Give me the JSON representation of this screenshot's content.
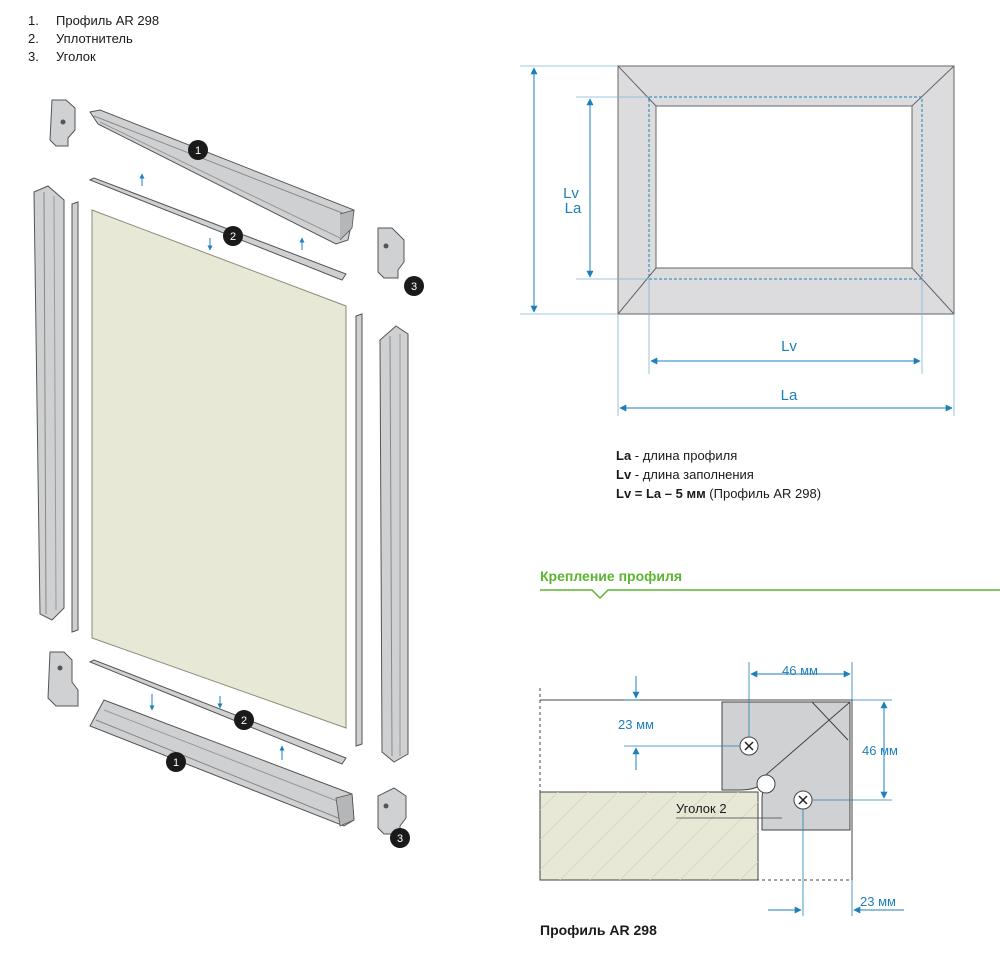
{
  "legend": [
    {
      "num": "1.",
      "label": "Профиль AR 298"
    },
    {
      "num": "2.",
      "label": "Уплотнитель"
    },
    {
      "num": "3.",
      "label": "Уголок"
    }
  ],
  "callouts": {
    "one": "1",
    "two": "2",
    "three": "3"
  },
  "frame_diagram": {
    "lv_vertical": "Lv",
    "la_vertical": "La",
    "lv_horizontal": "Lv",
    "la_horizontal": "La"
  },
  "formula": {
    "line1_bold": "La",
    "line1_rest": " - длина профиля",
    "line2_bold": "Lv",
    "line2_rest": " - длина заполнения",
    "line3_bold": "Lv = La – 5 мм",
    "line3_rest": " (Профиль AR 298)"
  },
  "section_title": "Крепление профиля",
  "detail": {
    "dim_46_top": "46 мм",
    "dim_23_left": "23 мм",
    "dim_46_right": "46 мм",
    "dim_23_bottom": "23 мм",
    "corner_label": "Уголок 2"
  },
  "caption": "Профиль AR 298",
  "colors": {
    "dimension": "#1f7fb8",
    "accent": "#5cb531",
    "panel": "#e8e8d6",
    "metal": "#c9cacc"
  }
}
